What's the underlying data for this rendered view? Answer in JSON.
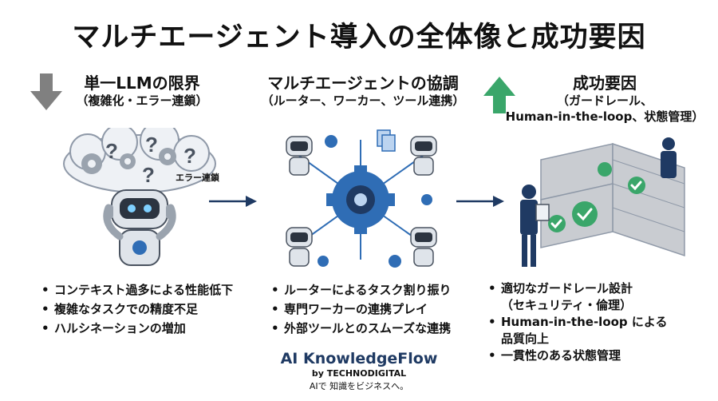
{
  "title": "マルチエージェント導入の全体像と成功要因",
  "columns": [
    {
      "heading": "単一LLMの限界",
      "subheading": "（複雑化・エラー連鎖）",
      "bubble_label": "エラー連鎖",
      "bullets": [
        "コンテキスト過多による性能低下",
        "複雑なタスクでの精度不足",
        "ハルシネーションの増加"
      ]
    },
    {
      "heading": "マルチエージェントの協調",
      "subheading": "（ルーター、ワーカー、ツール連携）",
      "bullets": [
        "ルーターによるタスク割り振り",
        "専門ワーカーの連携プレイ",
        "外部ツールとのスムーズな連携"
      ]
    },
    {
      "heading": "成功要因",
      "subheading_line1": "（ガードレール、",
      "subheading_line2": "Human-in-the-loop、状態管理）",
      "bullets_a1": "適切なガードレール設計",
      "bullets_a2": "（セキュリティ・倫理）",
      "bullets_b1": "Human-in-the-loop による",
      "bullets_b2": "品質向上",
      "bullets_c": "一貫性のある状態管理"
    }
  ],
  "brand": {
    "name": "AI KnowledgeFlow",
    "by": "by TECHNODIGITAL",
    "tagline": "AIで 知識をビジネスへ。"
  },
  "colors": {
    "navy": "#1f3a63",
    "blue": "#2f6db5",
    "green": "#3aa66a",
    "gray": "#808080",
    "wall": "#c9ccd1"
  },
  "icons": [
    "down-arrow-icon",
    "up-arrow-icon",
    "gear-icon",
    "robot-icon",
    "check-icon",
    "clipboard-icon",
    "document-icon"
  ]
}
